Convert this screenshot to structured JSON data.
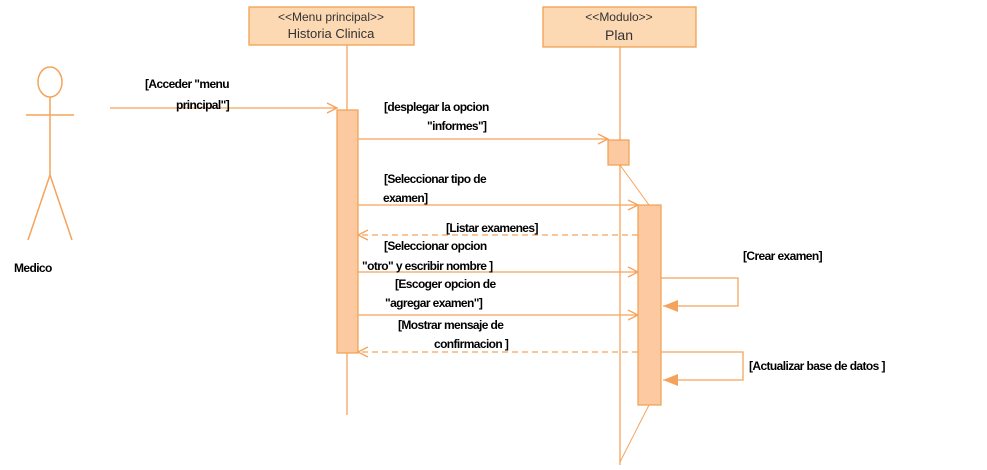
{
  "colors": {
    "line": "#f5a35c",
    "box_fill": "#fcd8b3",
    "box_stroke": "#f0a050",
    "activation_fill": "#fcc9a0",
    "text": "#000000"
  },
  "actor": {
    "name": "Medico"
  },
  "lifelines": [
    {
      "stereotype": "<<Menu principal>>",
      "name": "Historia Clinica"
    },
    {
      "stereotype": "<<Modulo>>",
      "name": "Plan"
    }
  ],
  "messages": {
    "m1": [
      "[Acceder \"menu",
      "principal\"]"
    ],
    "m2": [
      "[desplegar la opcion",
      "\"informes\"]"
    ],
    "m3": [
      "[Seleccionar tipo de",
      "examen]"
    ],
    "m4": [
      "[Listar examenes]"
    ],
    "m5": [
      "[Seleccionar opcion",
      "\"otro\" y escribir nombre ]"
    ],
    "m6": [
      "[Escoger opcion de",
      "\"agregar examen\"]"
    ],
    "m7": [
      "[Mostrar mensaje de",
      "confirmacion ]"
    ],
    "self1": [
      "[Crear examen]"
    ],
    "self2": [
      "[Actualizar base de datos ]"
    ]
  }
}
